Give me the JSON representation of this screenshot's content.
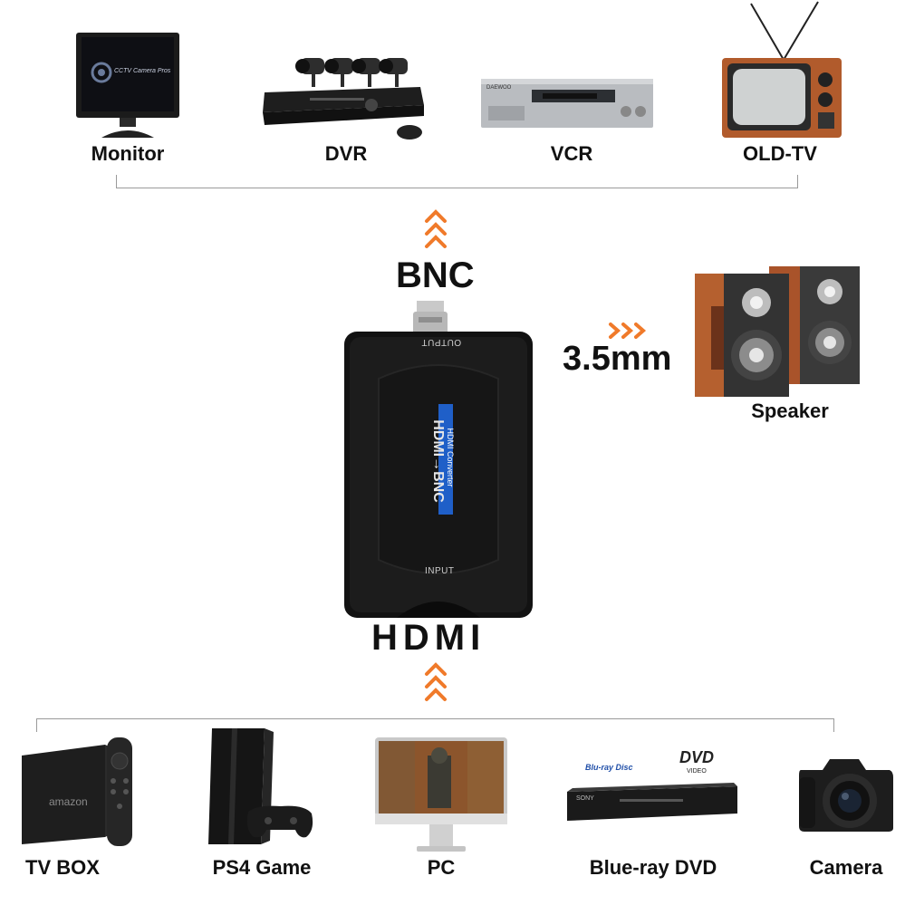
{
  "top_devices": [
    {
      "label": "Monitor",
      "screen_text": "CCTV Camera Pros"
    },
    {
      "label": "DVR"
    },
    {
      "label": "VCR",
      "brand_text": "DAEWOO"
    },
    {
      "label": "OLD-TV"
    }
  ],
  "converter": {
    "output_label": "BNC",
    "output_port_text": "OUTPUT",
    "input_port_text": "INPUT",
    "title_text": "HDMI→BNC",
    "subtitle_text": "HDMI Converter",
    "input_label": "HDMI"
  },
  "audio": {
    "jack_label": "3.5mm",
    "device_label": "Speaker"
  },
  "bottom_devices": [
    {
      "label": "TV BOX",
      "brand_text": "amazon"
    },
    {
      "label": "PS4 Game"
    },
    {
      "label": "PC"
    },
    {
      "label": "Blue-ray DVD",
      "logo_bluray": "Blu-ray Disc",
      "logo_dvd": "DVD",
      "logo_dvd_sub": "VIDEO",
      "brand_text": "SONY"
    },
    {
      "label": "Camera"
    }
  ],
  "colors": {
    "arrow": "#f07a2a",
    "stripe": "#1f5fc8",
    "device_dark": "#1a1a1a"
  }
}
